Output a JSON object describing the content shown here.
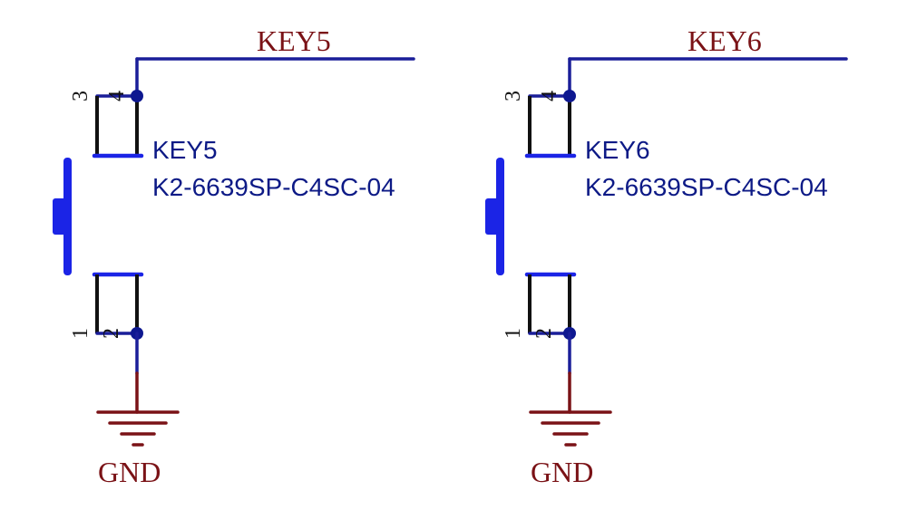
{
  "colors": {
    "wire": "#1a1e99",
    "ground": "#7a1216",
    "switch": "#1b24e6",
    "designator": "#0d1a86",
    "pin_body": "#111111",
    "background": "#ffffff"
  },
  "switches": [
    {
      "net_label": "KEY5",
      "designator": "KEY5",
      "part_number": "K2-6639SP-C4SC-04",
      "pins": {
        "top_left": "3",
        "top_right": "4",
        "bottom_left": "1",
        "bottom_right": "2"
      },
      "ground_label": "GND"
    },
    {
      "net_label": "KEY6",
      "designator": "KEY6",
      "part_number": "K2-6639SP-C4SC-04",
      "pins": {
        "top_left": "3",
        "top_right": "4",
        "bottom_left": "1",
        "bottom_right": "2"
      },
      "ground_label": "GND"
    }
  ]
}
